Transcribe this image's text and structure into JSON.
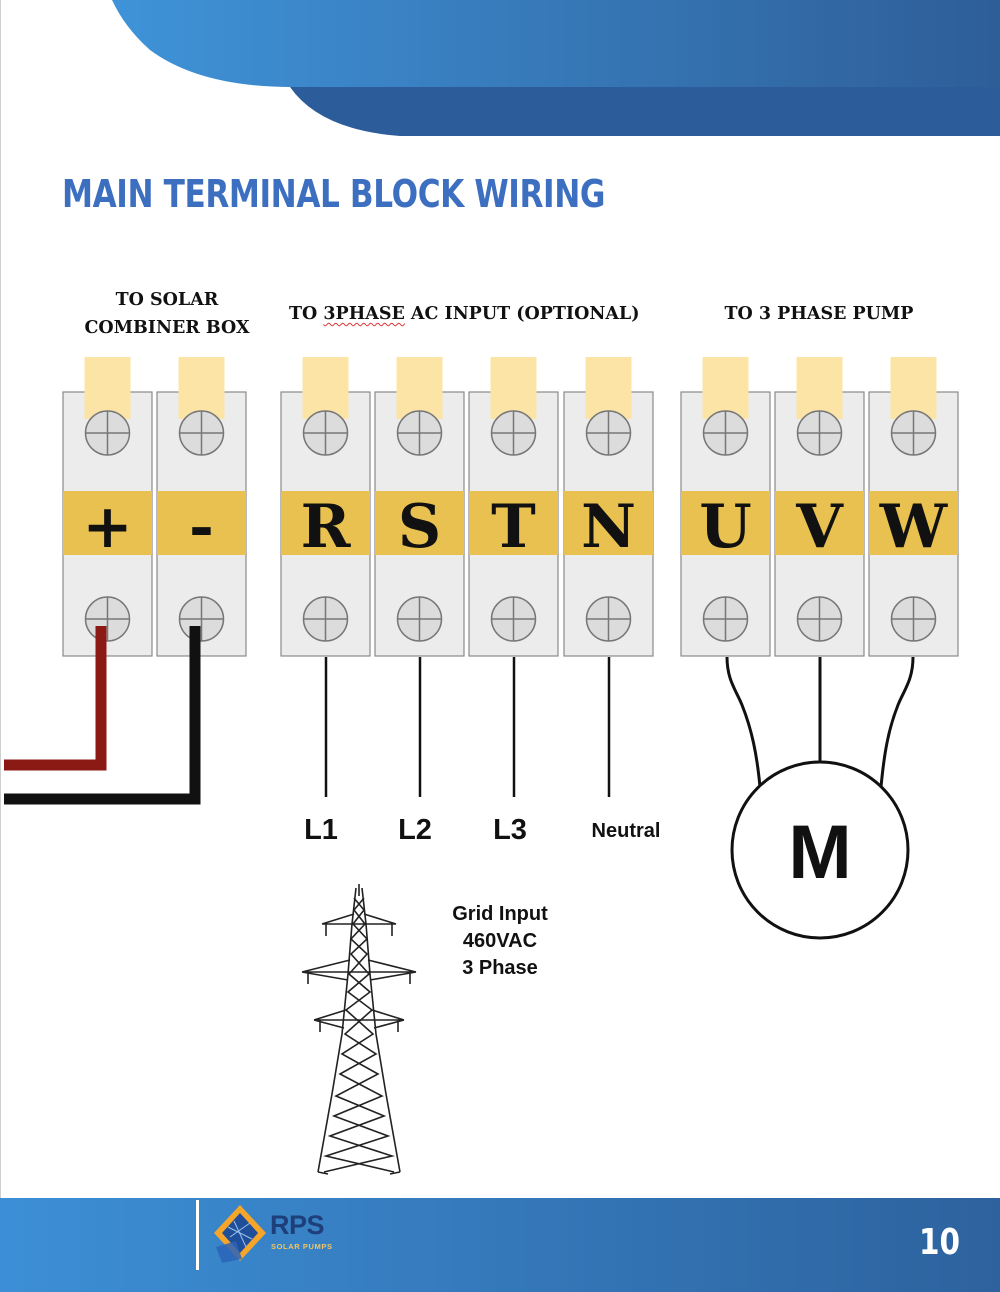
{
  "page": {
    "title": "MAIN TERMINAL BLOCK WIRING",
    "page_number": "10"
  },
  "groups": {
    "solar_line1": "TO SOLAR",
    "solar_line2": "COMBINER BOX",
    "ac_word1": "TO",
    "ac_word2": "3PHASE",
    "ac_rest": "AC INPUT (OPTIONAL)",
    "pump": "TO 3 PHASE PUMP"
  },
  "terminals": [
    "+",
    "-",
    "R",
    "S",
    "T",
    "N",
    "U",
    "V",
    "W"
  ],
  "ac_lines": [
    "L1",
    "L2",
    "L3",
    "Neutral"
  ],
  "motor_label": "M",
  "grid_input": {
    "line1": "Grid Input",
    "line2": "460VAC",
    "line3": "3 Phase"
  },
  "logo": {
    "name": "RPS",
    "tagline": "SOLAR PUMPS"
  },
  "colors": {
    "header_blue_light": "#3f8fd6",
    "header_blue_dark": "#2c5f9a",
    "title_blue": "#3d6fc0",
    "terminal_band": "#e8c150",
    "wire_tab": "#fbe4a6",
    "terminal_body": "#ececec",
    "positive_wire": "#8b1a14",
    "negative_wire": "#111111"
  }
}
